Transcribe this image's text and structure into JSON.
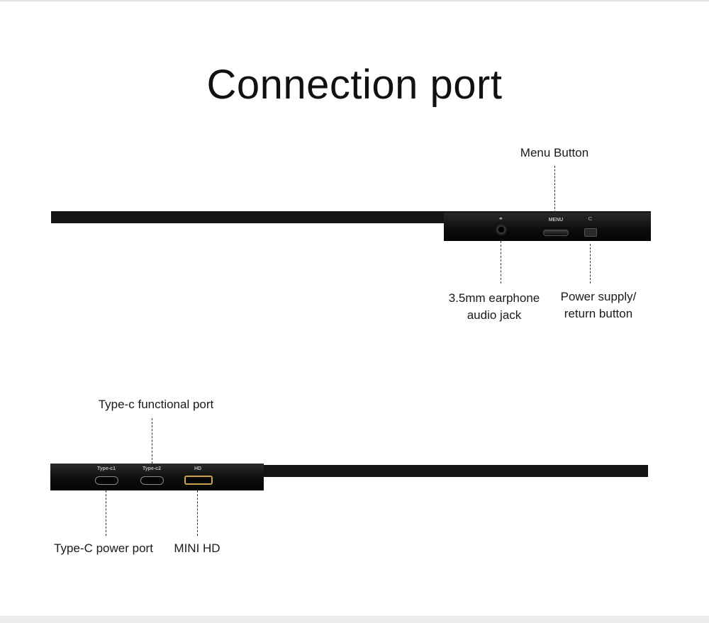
{
  "title": "Connection port",
  "top_device": {
    "callouts": {
      "menu_button": "Menu Button",
      "earphone_jack": [
        "3.5mm earphone",
        "audio jack"
      ],
      "power_button": [
        "Power supply/",
        "return button"
      ]
    },
    "printed_labels": {
      "menu": "MENU"
    },
    "icons": [
      "headphone-icon",
      "power-return-icon"
    ]
  },
  "bottom_device": {
    "callouts": {
      "typec_functional": "Type-c functional port",
      "typec_power": "Type-C power port",
      "mini_hd": "MINI HD"
    },
    "printed_labels": {
      "typec1": "Type-c1",
      "typec2": "Type-c2",
      "hd": "HD"
    }
  },
  "colors": {
    "device_body": "#141414",
    "hd_port_accent": "#c9a24d"
  }
}
